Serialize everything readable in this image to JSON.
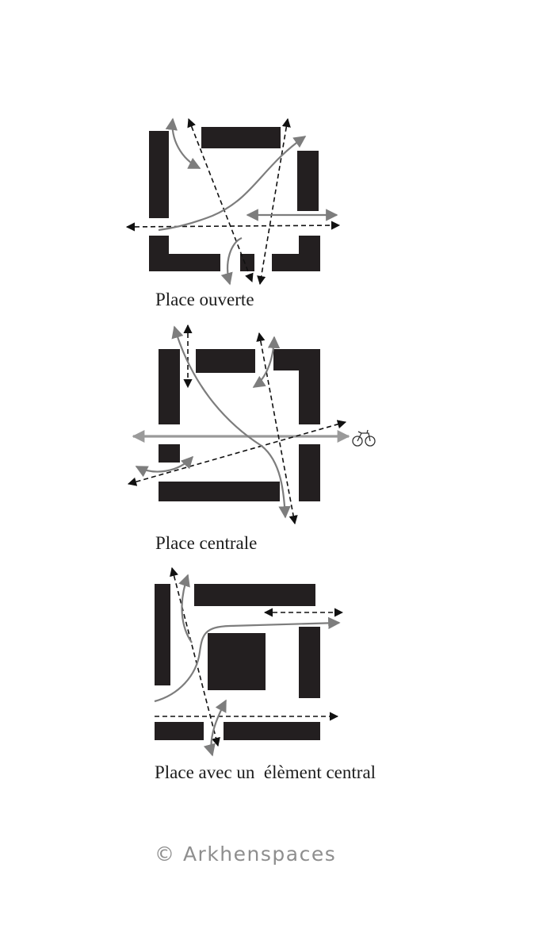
{
  "figure": {
    "panels": [
      {
        "caption": "Place ouverte"
      },
      {
        "caption": "Place centrale"
      },
      {
        "caption": "Place avec un  élèment central"
      }
    ],
    "credit": "© Arkhenspaces"
  },
  "colors": {
    "building": "#231f20",
    "pedestrian_path": "#111111",
    "flow_arrow": "#7d7d7d",
    "bike_route": "#9a9a9a",
    "credit_text": "#8e8e8e"
  },
  "icons": [
    "bicycle-icon"
  ]
}
